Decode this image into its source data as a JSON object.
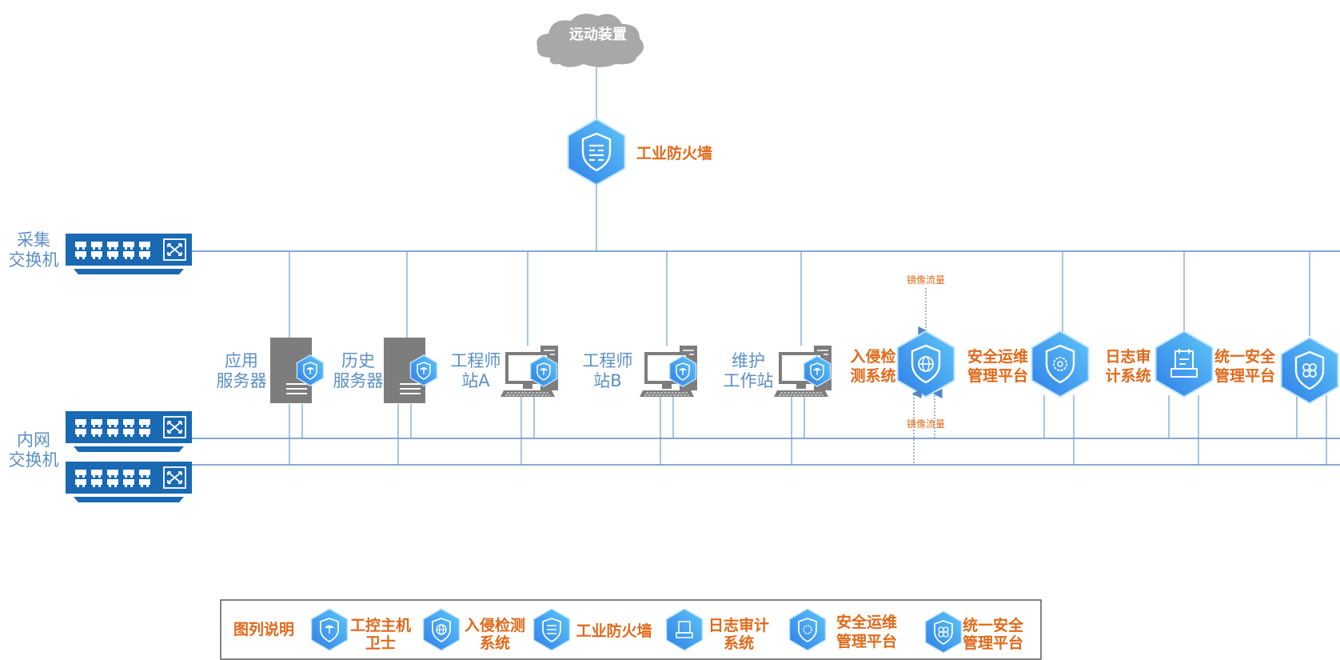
{
  "cloud": {
    "label": "远动装置"
  },
  "firewall": {
    "label": "工业防火墙"
  },
  "switches": {
    "collect": {
      "label_line1": "采集",
      "label_line2": "交换机"
    },
    "intranet": {
      "label_line1": "内网",
      "label_line2": "交换机"
    }
  },
  "hosts": [
    {
      "line1": "应用",
      "line2": "服务器",
      "icon": "server-icon"
    },
    {
      "line1": "历史",
      "line2": "服务器",
      "icon": "server-icon"
    },
    {
      "line1": "工程师",
      "line2": "站A",
      "icon": "workstation-icon"
    },
    {
      "line1": "工程师",
      "line2": "站B",
      "icon": "workstation-icon"
    },
    {
      "line1": "维护",
      "line2": "工作站",
      "icon": "workstation-icon"
    }
  ],
  "security_nodes": [
    {
      "line1": "入侵检",
      "line2": "测系统",
      "icon": "globe-shield-icon"
    },
    {
      "line1": "安全运维",
      "line2": "管理平台",
      "icon": "gear-shield-icon"
    },
    {
      "line1": "日志审",
      "line2": "计系统",
      "icon": "log-printer-icon"
    },
    {
      "line1": "统一安全",
      "line2": "管理平台",
      "icon": "cross-shield-icon"
    }
  ],
  "mirror_traffic": {
    "top": "镜像流量",
    "bottom": "镜像流量"
  },
  "legend": {
    "title": "图列说明",
    "items": [
      {
        "line1": "工控主机",
        "line2": "卫士",
        "icon": "umbrella-shield-icon"
      },
      {
        "line1": "入侵检测",
        "line2": "系统",
        "icon": "globe-shield-icon"
      },
      {
        "line1": "工业防火墙",
        "line2": "",
        "icon": "firewall-shield-icon"
      },
      {
        "line1": "日志审计",
        "line2": "系统",
        "icon": "log-printer-icon"
      },
      {
        "line1": "安全运维",
        "line2": "管理平台",
        "icon": "gear-shield-icon"
      },
      {
        "line1": "统一安全",
        "line2": "管理平台",
        "icon": "cross-shield-icon"
      }
    ]
  },
  "colors": {
    "bus_line": "#5b8fc6",
    "switch_blue": "#1a69b3",
    "label_orange": "#e0691a",
    "label_blue": "#5b8fc6",
    "hex_gradient_start": "#3c8cf0",
    "hex_gradient_end": "#5ec4f8",
    "device_gray": "#7d7d7d",
    "cloud_gray": "#a8a8a8"
  }
}
